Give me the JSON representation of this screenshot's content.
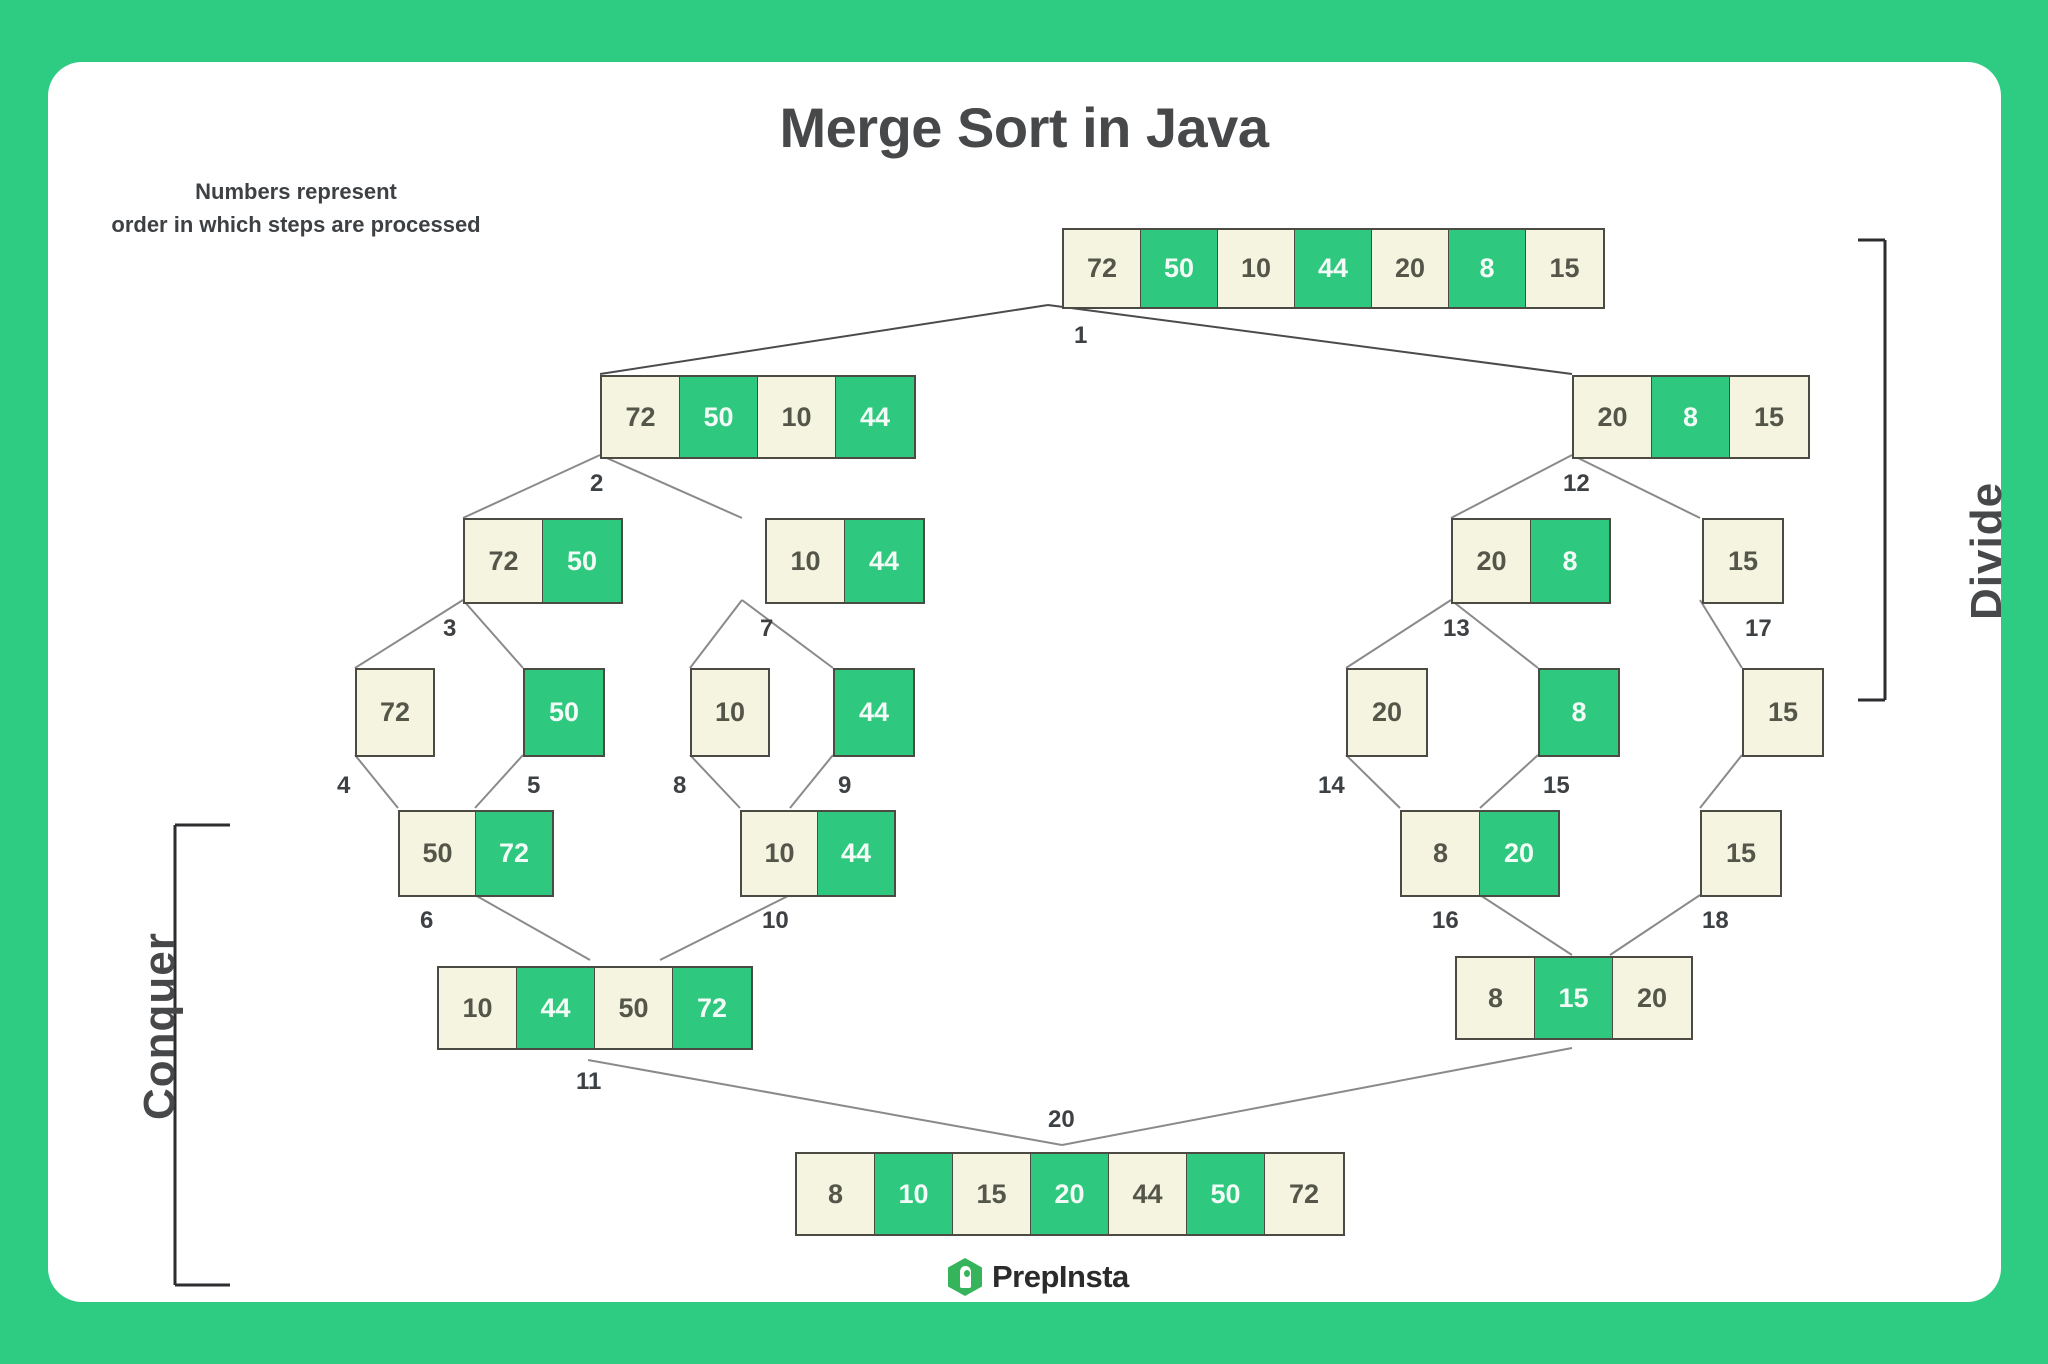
{
  "page": {
    "title": "Merge Sort in Java",
    "note": "Numbers represent\norder in which steps are processed",
    "brand": "PrepInsta",
    "accent_green": "#2ec87e",
    "cell_cream": "#f4f4e0",
    "text_dark": "#46484a",
    "background": "#2ecc82"
  },
  "side_labels": {
    "divide": "Divide",
    "conquer": "Conquer"
  },
  "nodes": [
    {
      "id": "root",
      "step": "1",
      "values": [
        "72",
        "50",
        "10",
        "44",
        "20",
        "8",
        "15"
      ],
      "fills": [
        "cream",
        "green",
        "cream",
        "green",
        "cream",
        "green",
        "cream"
      ]
    },
    {
      "id": "l1-left",
      "step": "2",
      "values": [
        "72",
        "50",
        "10",
        "44"
      ],
      "fills": [
        "cream",
        "green",
        "cream",
        "green"
      ]
    },
    {
      "id": "l1-right",
      "step": "12",
      "values": [
        "20",
        "8",
        "15"
      ],
      "fills": [
        "cream",
        "green",
        "cream"
      ]
    },
    {
      "id": "l2-a",
      "step": "3",
      "values": [
        "72",
        "50"
      ],
      "fills": [
        "cream",
        "green"
      ]
    },
    {
      "id": "l2-b",
      "step": "7",
      "values": [
        "10",
        "44"
      ],
      "fills": [
        "cream",
        "green"
      ]
    },
    {
      "id": "l2-c",
      "step": "13",
      "values": [
        "20",
        "8"
      ],
      "fills": [
        "cream",
        "green"
      ]
    },
    {
      "id": "l2-d",
      "step": "17",
      "values": [
        "15"
      ],
      "fills": [
        "cream"
      ]
    },
    {
      "id": "l3-a",
      "step": "4",
      "values": [
        "72"
      ],
      "fills": [
        "cream"
      ]
    },
    {
      "id": "l3-b",
      "step": "5",
      "values": [
        "50"
      ],
      "fills": [
        "green"
      ]
    },
    {
      "id": "l3-c",
      "step": "8",
      "values": [
        "10"
      ],
      "fills": [
        "cream"
      ]
    },
    {
      "id": "l3-d",
      "step": "9",
      "values": [
        "44"
      ],
      "fills": [
        "green"
      ]
    },
    {
      "id": "l3-e",
      "step": "14",
      "values": [
        "20"
      ],
      "fills": [
        "cream"
      ]
    },
    {
      "id": "l3-f",
      "step": "15",
      "values": [
        "8"
      ],
      "fills": [
        "green"
      ]
    },
    {
      "id": "l3-g",
      "step": "",
      "values": [
        "15"
      ],
      "fills": [
        "cream"
      ]
    },
    {
      "id": "m1-a",
      "step": "6",
      "values": [
        "50",
        "72"
      ],
      "fills": [
        "cream",
        "green"
      ]
    },
    {
      "id": "m1-b",
      "step": "10",
      "values": [
        "10",
        "44"
      ],
      "fills": [
        "cream",
        "green"
      ]
    },
    {
      "id": "m1-c",
      "step": "16",
      "values": [
        "8",
        "20"
      ],
      "fills": [
        "cream",
        "green"
      ]
    },
    {
      "id": "m1-d",
      "step": "18",
      "values": [
        "15"
      ],
      "fills": [
        "cream"
      ]
    },
    {
      "id": "m2-a",
      "step": "11",
      "values": [
        "10",
        "44",
        "50",
        "72"
      ],
      "fills": [
        "cream",
        "green",
        "cream",
        "green"
      ]
    },
    {
      "id": "m2-b",
      "step": "",
      "values": [
        "8",
        "15",
        "20"
      ],
      "fills": [
        "cream",
        "green",
        "cream"
      ]
    },
    {
      "id": "final",
      "step": "20",
      "values": [
        "8",
        "10",
        "15",
        "20",
        "44",
        "50",
        "72"
      ],
      "fills": [
        "cream",
        "green",
        "cream",
        "green",
        "cream",
        "green",
        "cream"
      ]
    }
  ]
}
